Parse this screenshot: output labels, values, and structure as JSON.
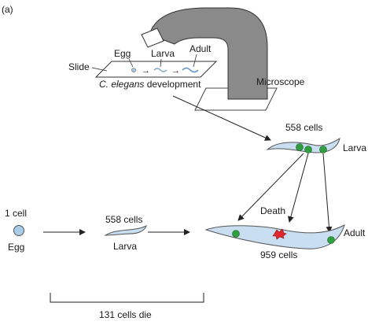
{
  "panel_label": "(a)",
  "microscope": {
    "slide_label": "Slide",
    "microscope_label": "Microscope",
    "caption_italic": "C. elegans",
    "caption_rest": " development",
    "stage_labels": {
      "egg": "Egg",
      "larva": "Larva",
      "adult": "Adult"
    },
    "arrow_glyph": "→"
  },
  "zoomed_larva": {
    "cell_count": "558 cells",
    "label": "Larva"
  },
  "adult_worm": {
    "death_label": "Death",
    "label": "Adult",
    "cell_count": "959 cells"
  },
  "timeline": {
    "egg_count": "1 cell",
    "egg_label": "Egg",
    "larva_count": "558 cells",
    "larva_label": "Larva",
    "bracket_label": "131 cells die"
  },
  "colors": {
    "microscope": "#8a8a8a",
    "worm_fill": "#c9def0",
    "worm_stroke": "#555555",
    "cell_green": "#2e9e3e",
    "dying_cell": "#e0282e",
    "egg_fill": "#a9cde8"
  }
}
